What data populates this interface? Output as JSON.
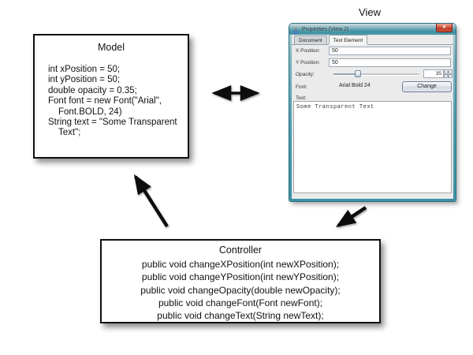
{
  "diagram": {
    "view_label": "View",
    "model": {
      "title": "Model",
      "code_lines": [
        "int xPosition = 50;",
        "int yPosition = 50;",
        "double opacity = 0.35;",
        "Font font = new Font(\"Arial\",",
        "Font.BOLD, 24)",
        "String text = \"Some Transparent",
        "Text\";"
      ]
    },
    "controller": {
      "title": "Controller",
      "methods": [
        "public void changeXPosition(int newXPosition);",
        "public void changeYPosition(int newYPosition);",
        "public void changeOpacity(double newOpacity);",
        "public void changeFont(Font newFont);",
        "public void changeText(String newText);"
      ]
    }
  },
  "window": {
    "title": "Properties (View 2)",
    "close_glyph": "✕",
    "tabs": [
      {
        "label": "Document",
        "selected": false
      },
      {
        "label": "Text Element",
        "selected": true
      }
    ],
    "fields": {
      "x_position": {
        "label": "X Position:",
        "value": "50"
      },
      "y_position": {
        "label": "Y Position:",
        "value": "50"
      },
      "opacity": {
        "label": "Opacity:",
        "value": "35",
        "slider_percent": 28,
        "spinner_up_glyph": "▲",
        "spinner_down_glyph": "▼"
      },
      "font": {
        "label": "Font:",
        "value": "Arial Bold 24",
        "button_label": "Change"
      },
      "text": {
        "label": "Text:",
        "value": "Some Transparent Text"
      }
    },
    "colors": {
      "titlebar_teal": "#4a98a9",
      "close_button_red": "#cc4a3c",
      "dialog_bg": "#ebebeb"
    }
  }
}
